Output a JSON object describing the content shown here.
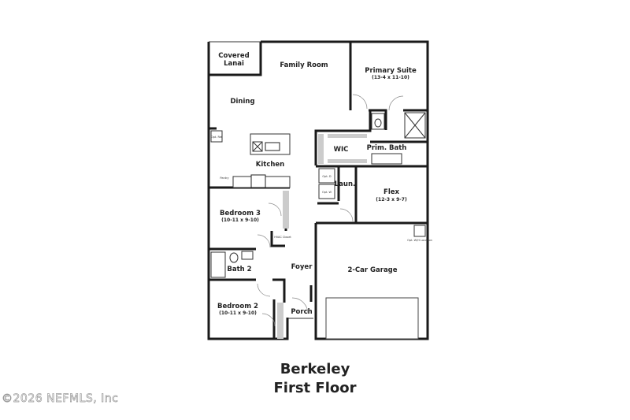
{
  "plan": {
    "rooms": {
      "covered_lanai_1": "Covered",
      "covered_lanai_2": "Lanai",
      "family_room": "Family Room",
      "primary_suite": "Primary Suite",
      "primary_suite_dim": "(13-4 x 11-10)",
      "dining": "Dining",
      "kitchen": "Kitchen",
      "wic": "WIC",
      "prim_bath": "Prim. Bath",
      "laundry": "Laun.",
      "flex": "Flex",
      "flex_dim": "(12-3 x 9-7)",
      "bedroom3": "Bedroom 3",
      "bedroom3_dim": "(10-11 x 9-10)",
      "hvac": "HVAC Closet",
      "bath2": "Bath 2",
      "foyer": "Foyer",
      "garage": "2-Car Garage",
      "bedroom2": "Bedroom 2",
      "bedroom2_dim": "(10-11 x 9-10)",
      "porch": "Porch",
      "pantry": "Pantry",
      "opt_ref": "Opt. Ref",
      "opt_dryer": "Opt. D",
      "opt_washer": "Opt. W",
      "opt_wh": "Opt. W/H Location"
    }
  },
  "footer": {
    "name": "Berkeley",
    "floor": "First Floor"
  },
  "watermark": "©2026 NEFMLS, Inc"
}
